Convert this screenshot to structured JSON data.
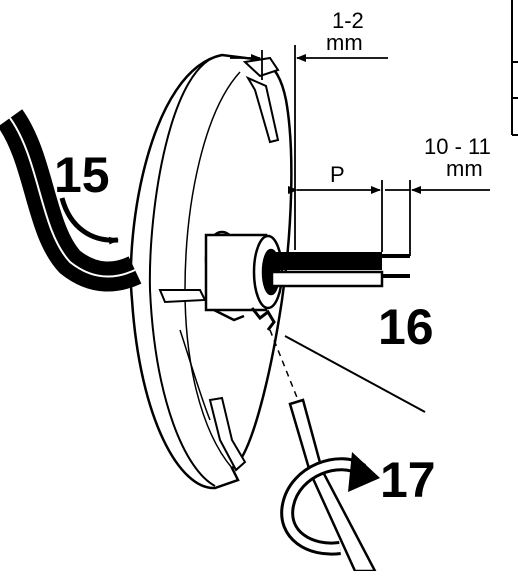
{
  "colors": {
    "ink": "#000000",
    "paper": "#ffffff"
  },
  "dimensions": {
    "gap": {
      "value": "1-2",
      "unit": "mm"
    },
    "p": {
      "label": "P"
    },
    "strip": {
      "value": "10 - 11",
      "unit": "mm"
    }
  },
  "steps": {
    "s15": "15",
    "s16": "16",
    "s17": "17"
  },
  "icons": [
    "cable-in-arrow-icon",
    "rotate-arrow-icon",
    "screwdriver-icon"
  ]
}
